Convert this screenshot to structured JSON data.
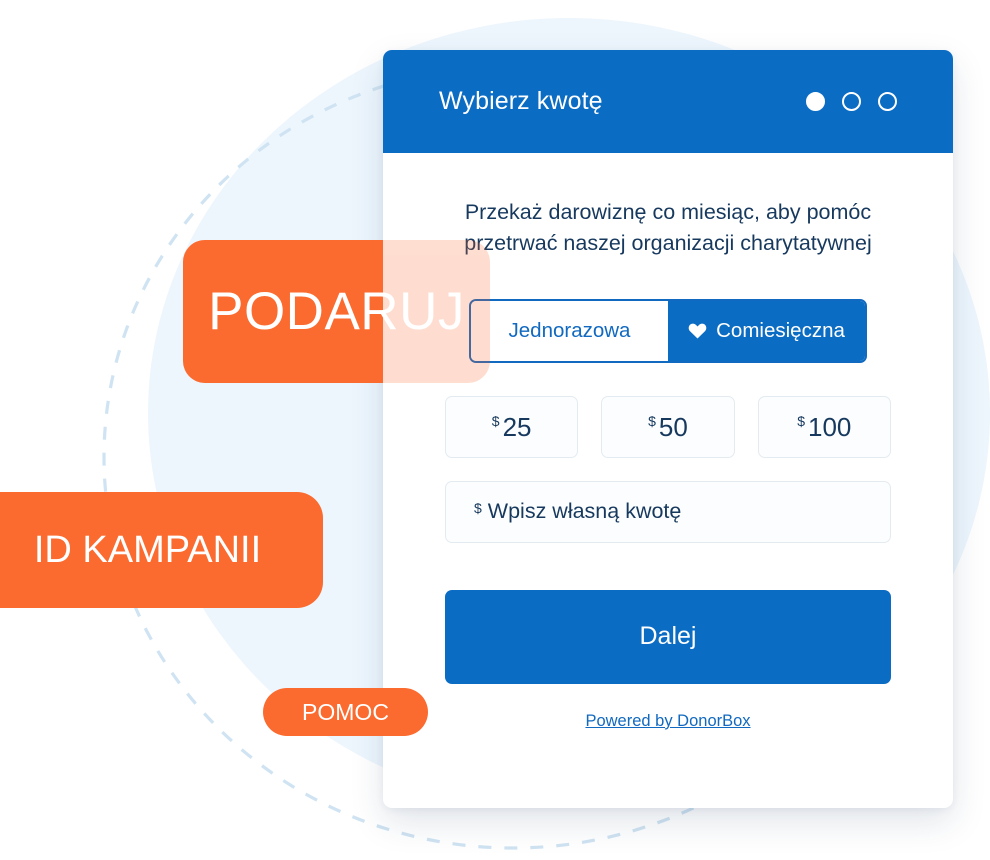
{
  "background": {
    "circle_fill_color": "#edf6fd",
    "dashed_circle_color": "#cfe3f2"
  },
  "card": {
    "accent_color": "#0b6cc4",
    "text_color": "#17395e",
    "header": {
      "title": "Wybierz kwotę",
      "steps": [
        {
          "name": "step-1",
          "active": true
        },
        {
          "name": "step-2",
          "active": false
        },
        {
          "name": "step-3",
          "active": false
        }
      ]
    },
    "lead_text": "Przekaż darowiznę co miesiąc, aby pomóc przetrwać naszej organizacji charytatywnej",
    "frequency": {
      "one_time_label": "Jednorazowa",
      "monthly_label": "Comiesięczna",
      "monthly_icon": "heart-icon",
      "selected": "Comiesięczna"
    },
    "amounts": [
      {
        "currency": "$",
        "value": "25"
      },
      {
        "currency": "$",
        "value": "50"
      },
      {
        "currency": "$",
        "value": "100"
      }
    ],
    "custom_amount": {
      "currency": "$",
      "placeholder": "Wpisz własną kwotę",
      "value": ""
    },
    "submit_label": "Dalej",
    "powered_by": "Powered by DonorBox"
  },
  "callouts": {
    "color": "#fb6a2e",
    "donate_label": "PODARUJ",
    "campaign_id_label": "ID KAMPANII",
    "help_label": "POMOC"
  }
}
